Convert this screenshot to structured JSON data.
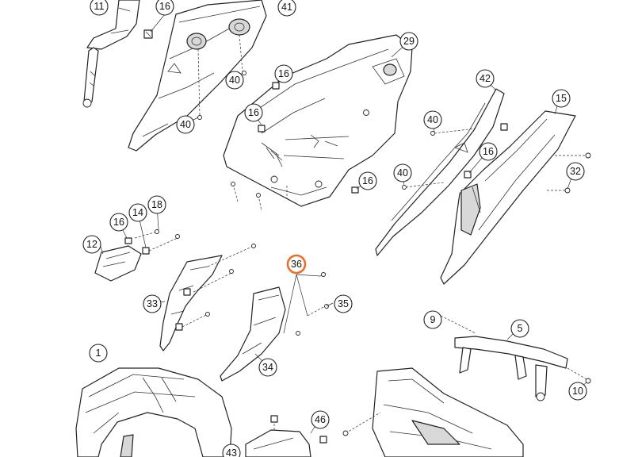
{
  "colors": {
    "line": "#222222",
    "highlight": "#e8702a",
    "background": "#ffffff"
  },
  "callouts": [
    {
      "label": "11"
    },
    {
      "label": "16"
    },
    {
      "label": "41"
    },
    {
      "label": "40"
    },
    {
      "label": "40"
    },
    {
      "label": "29"
    },
    {
      "label": "16"
    },
    {
      "label": "16"
    },
    {
      "label": "42"
    },
    {
      "label": "40"
    },
    {
      "label": "16"
    },
    {
      "label": "15"
    },
    {
      "label": "40"
    },
    {
      "label": "32"
    },
    {
      "label": "16"
    },
    {
      "label": "16"
    },
    {
      "label": "14"
    },
    {
      "label": "18"
    },
    {
      "label": "12"
    },
    {
      "label": "36",
      "highlighted": true
    },
    {
      "label": "33"
    },
    {
      "label": "35"
    },
    {
      "label": "9"
    },
    {
      "label": "5"
    },
    {
      "label": "34"
    },
    {
      "label": "1"
    },
    {
      "label": "46"
    },
    {
      "label": "10"
    },
    {
      "label": "43"
    }
  ]
}
